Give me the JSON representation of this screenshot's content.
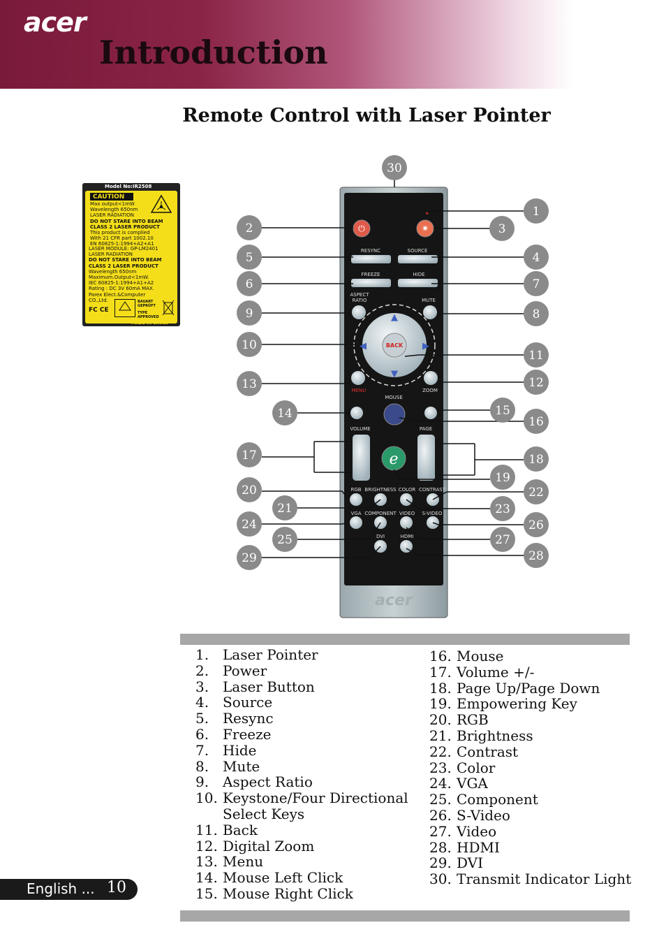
{
  "header": {
    "logo": "acer",
    "title": "Introduction"
  },
  "section_title": "Remote Control with Laser Pointer",
  "label": {
    "model": "Model No:IR2508",
    "caution": "CAUTION",
    "lines1": [
      "Max output<1mW",
      "Wavelength 650nm",
      "LASER RADIATION",
      "DO NOT STARE INTO BEAM",
      "CLASS 2 LASER PRODUCT",
      "This product is complied",
      "With 21 CFR part 1002.10",
      "EN 60825-1:1994+A2+A1"
    ],
    "lines2": [
      "LASER MODULE: GP-LM2401",
      "LASER RADIATION",
      "DO NOT STARE INTO BEAM",
      "CLASS 2 LASER PRODUCT",
      "Wavelength 650nm",
      "Maximum.Output<1mW.",
      "IEC 60825-1:1994+A1+A2",
      "Rating : DC 3V 60mA MAX.",
      "Parex Elect.&Computer",
      "CO.,Ltd."
    ],
    "cert": "FC CE",
    "bauart": "BAUART GEPRÜFT",
    "type": "TYPE APPROVED",
    "made_in": "MADE IN CHINA"
  },
  "remote": {
    "resync": "RESYNC",
    "source": "SOURCE",
    "freeze": "FREEZE",
    "hide": "HIDE",
    "aspect": "ASPECT",
    "ratio": "RATIO",
    "mute": "MUTE",
    "back": "BACK",
    "menu": "MENU",
    "zoom": "ZOOM",
    "mouse": "MOUSE",
    "volume": "VOLUME",
    "page": "PAGE",
    "rgb": "RGB",
    "brightness": "BRIGHTNESS",
    "color": "COLOR",
    "contrast": "CONTRAST",
    "vga": "VGA",
    "component": "COMPONENT",
    "video": "VIDEO",
    "svideo": "S-VIDEO",
    "dvi": "DVI",
    "hdmi": "HDMI",
    "brand": "acer"
  },
  "callouts": [
    "1",
    "2",
    "3",
    "4",
    "5",
    "6",
    "7",
    "8",
    "9",
    "10",
    "11",
    "12",
    "13",
    "14",
    "15",
    "16",
    "17",
    "18",
    "19",
    "20",
    "21",
    "22",
    "23",
    "24",
    "25",
    "26",
    "27",
    "28",
    "29",
    "30"
  ],
  "list_left": [
    {
      "n": "1.",
      "t": "Laser Pointer"
    },
    {
      "n": "2.",
      "t": "Power"
    },
    {
      "n": "3.",
      "t": "Laser Button"
    },
    {
      "n": "4.",
      "t": "Source"
    },
    {
      "n": "5.",
      "t": "Resync"
    },
    {
      "n": "6.",
      "t": "Freeze"
    },
    {
      "n": "7.",
      "t": "Hide"
    },
    {
      "n": "8.",
      "t": "Mute"
    },
    {
      "n": "9.",
      "t": "Aspect Ratio"
    },
    {
      "n": "10.",
      "t": "Keystone/Four Directional"
    },
    {
      "n": "",
      "t": "Select Keys"
    },
    {
      "n": "11.",
      "t": "Back"
    },
    {
      "n": "12.",
      "t": "Digital Zoom"
    },
    {
      "n": "13.",
      "t": "Menu"
    },
    {
      "n": "14.",
      "t": "Mouse Left Click"
    },
    {
      "n": "15.",
      "t": "Mouse Right Click"
    }
  ],
  "list_right": [
    {
      "n": "16.",
      "t": "Mouse"
    },
    {
      "n": "17.",
      "t": "Volume +/-"
    },
    {
      "n": "18.",
      "t": "Page Up/Page Down"
    },
    {
      "n": "19.",
      "t": "Empowering Key"
    },
    {
      "n": "20.",
      "t": "RGB"
    },
    {
      "n": "21.",
      "t": "Brightness"
    },
    {
      "n": "22.",
      "t": "Contrast"
    },
    {
      "n": "23.",
      "t": "Color"
    },
    {
      "n": "24.",
      "t": "VGA"
    },
    {
      "n": "25.",
      "t": "Component"
    },
    {
      "n": "26.",
      "t": "S-Video"
    },
    {
      "n": "27.",
      "t": "Video"
    },
    {
      "n": "28.",
      "t": "HDMI"
    },
    {
      "n": "29.",
      "t": "DVI"
    },
    {
      "n": "30.",
      "t": "Transmit Indicator Light"
    }
  ],
  "footer": {
    "language": "English ...",
    "page": "10"
  }
}
